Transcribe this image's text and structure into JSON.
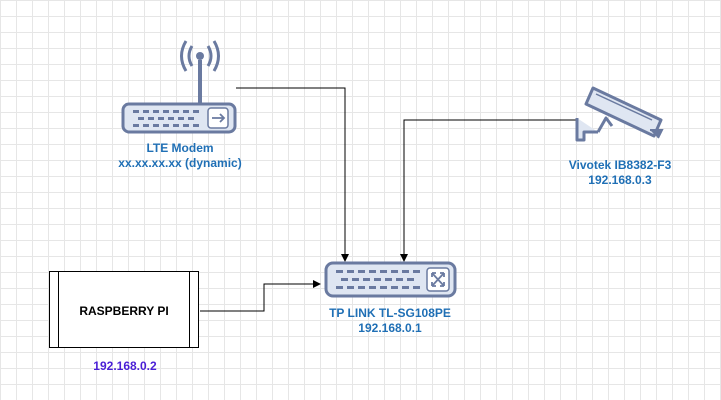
{
  "nodes": {
    "lte_modem": {
      "name": "LTE Modem",
      "address": "xx.xx.xx.xx (dynamic)"
    },
    "camera": {
      "name": "Vivotek IB8382-F3",
      "address": "192.168.0.3"
    },
    "switch": {
      "name": "TP LINK TL-SG108PE",
      "address": "192.168.0.1"
    },
    "raspberry_pi": {
      "name": "RASPBERRY PI",
      "address": "192.168.0.2"
    }
  },
  "colors": {
    "device_fill": "#dfe6f2",
    "device_stroke": "#6a7aa0",
    "label_blue": "#1f6fb5",
    "pi_address": "#4a1fd6"
  },
  "icons": [
    "router-icon",
    "cctv-camera-icon",
    "switch-icon",
    "server-box"
  ]
}
